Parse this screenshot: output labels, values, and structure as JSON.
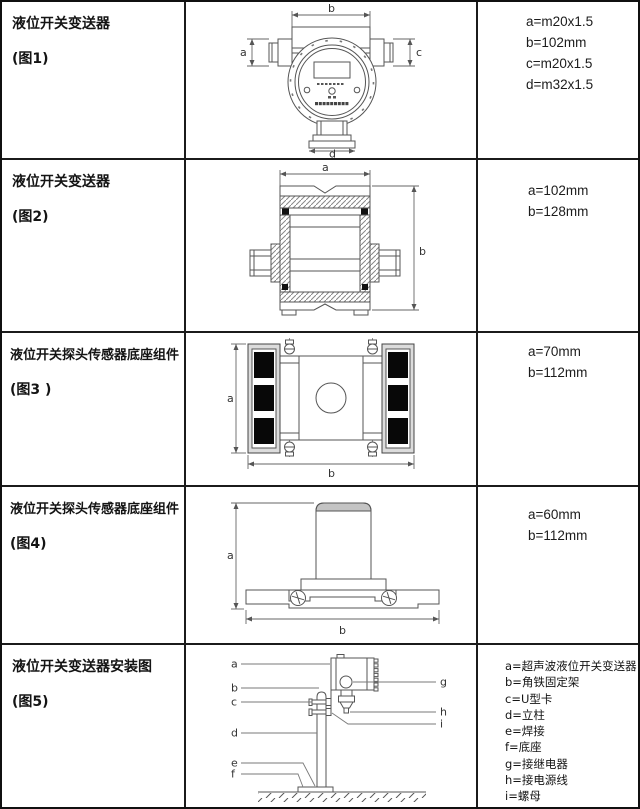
{
  "rows": [
    {
      "title": "液位开关变送器",
      "figure_label": "(图1)",
      "specs": [
        "a=m20x1.5",
        "b=102mm",
        "c=m20x1.5",
        "d=m32x1.5"
      ]
    },
    {
      "title": "液位开关变送器",
      "figure_label": "(图2)",
      "specs": [
        "a=102mm",
        "b=128mm"
      ]
    },
    {
      "title": "液位开关探头传感器底座组件",
      "figure_label": "(图3 )",
      "specs": [
        "a=70mm",
        "b=112mm"
      ]
    },
    {
      "title": "液位开关探头传感器底座组件",
      "figure_label": "(图4)",
      "specs": [
        "a=60mm",
        "b=112mm"
      ]
    },
    {
      "title": "液位开关变送器安装图",
      "figure_label": "(图5)",
      "specs": [
        "a=超声波液位开关变送器",
        "b=角铁固定架",
        "c=U型卡",
        "d=立柱",
        "e=焊接",
        "f=底座",
        "g=接继电器",
        "h=接电源线",
        "i=螺母"
      ]
    }
  ],
  "figure_dims": {
    "fig1": [
      "a",
      "b",
      "c",
      "d"
    ],
    "fig2": [
      "a",
      "b"
    ],
    "fig3": [
      "a",
      "b"
    ],
    "fig4": [
      "a",
      "b"
    ],
    "fig5": [
      "a",
      "b",
      "c",
      "d",
      "e",
      "f",
      "g",
      "h",
      "i"
    ]
  }
}
